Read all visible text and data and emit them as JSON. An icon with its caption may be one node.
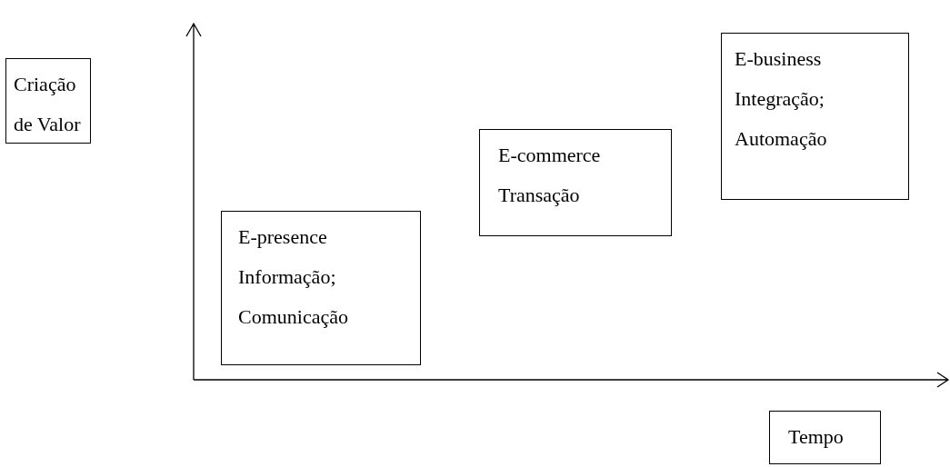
{
  "diagram": {
    "nodes": [
      {
        "text": [
          "Criação de Valor"
        ]
      },
      {
        "text": [
          "E-business",
          "Integração; Automação"
        ]
      },
      {
        "text": [
          "E-commerce",
          "Transação"
        ]
      },
      {
        "text": [
          "E-presence",
          "Informação; Comunicação"
        ]
      },
      {
        "text": [
          "Tempo"
        ]
      }
    ]
  }
}
